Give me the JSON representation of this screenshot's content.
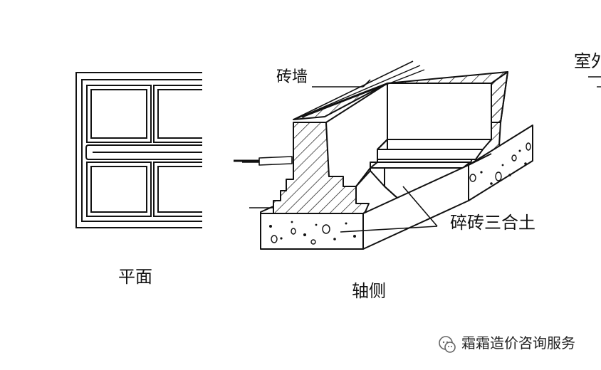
{
  "labels": {
    "brick_wall": "砖墙",
    "brick_concrete": "碎砖三合土",
    "outdoor_partial": "室外",
    "plan": "平面",
    "axonometric": "轴侧"
  },
  "watermark": {
    "text": "霜霜造价咨询服务",
    "icon": "wechat-icon"
  },
  "colors": {
    "line": "#111111",
    "background": "#ffffff"
  }
}
